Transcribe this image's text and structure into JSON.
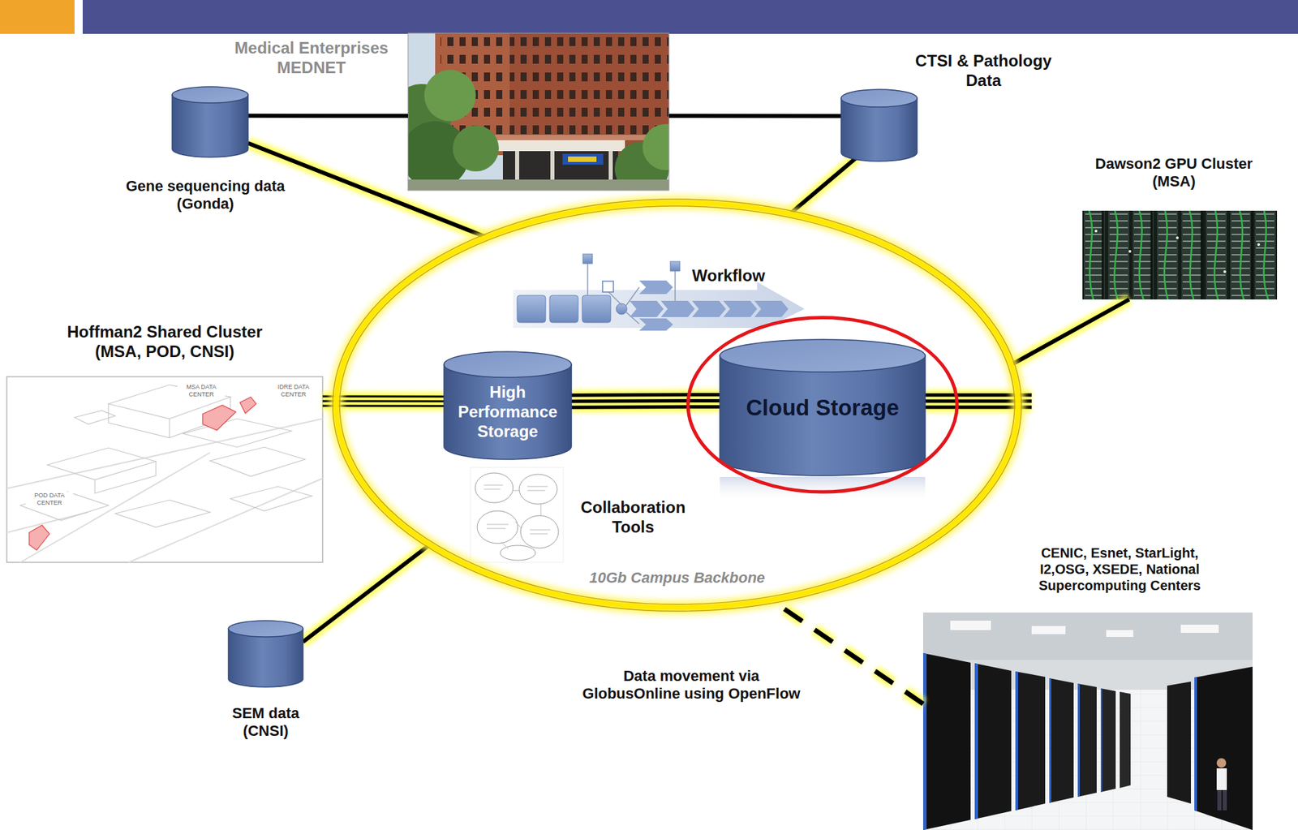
{
  "diagram": {
    "nodes": [
      {
        "text": [
          "Medical Enterprises MEDNET"
        ]
      },
      {
        "text": [
          "CTSI & Pathology Data"
        ]
      },
      {
        "text": [
          "Gene sequencing data (Gonda)"
        ]
      },
      {
        "text": [
          "Dawson2 GPU Cluster (MSA)"
        ]
      },
      {
        "text": [
          "10Gb Campus Backbone"
        ]
      },
      {
        "text": [
          "Workflow"
        ],
        "in": 4
      },
      {
        "text": [
          "High Performance Storage"
        ],
        "in": 4
      },
      {
        "text": [
          "Cloud Storage"
        ],
        "in": 4
      },
      {
        "text": [
          "Collaboration Tools"
        ],
        "in": 4
      },
      {
        "text": [
          "Hoffman2 Shared Cluster (MSA, POD, CNSI)"
        ]
      },
      {
        "text": [
          "CENIC, Esnet, StarLight, I2,OSG, XSEDE, National Supercomputing Centers"
        ]
      },
      {
        "text": [
          "SEM data (CNSI)"
        ]
      }
    ],
    "edges": [
      {
        "from": 2,
        "to": 0,
        "arrow": "none"
      },
      {
        "from": 0,
        "to": 1,
        "arrow": "none"
      },
      {
        "from": 2,
        "to": 4,
        "arrow": "none"
      },
      {
        "from": 1,
        "to": 4,
        "arrow": "none"
      },
      {
        "from": 3,
        "to": 4,
        "arrow": "none"
      },
      {
        "from": 9,
        "to": 6,
        "arrow": "none"
      },
      {
        "from": 6,
        "to": 7,
        "arrow": "none"
      },
      {
        "from": 11,
        "to": 4,
        "arrow": "none"
      },
      {
        "from": 10,
        "to": 4,
        "label": "Data movement via GlobusOnline using OpenFlow",
        "arrow": "none"
      }
    ],
    "labels": [
      "MSA DATA CENTER",
      "IDRE DATA CENTER",
      "POD DATA CENTER"
    ]
  }
}
